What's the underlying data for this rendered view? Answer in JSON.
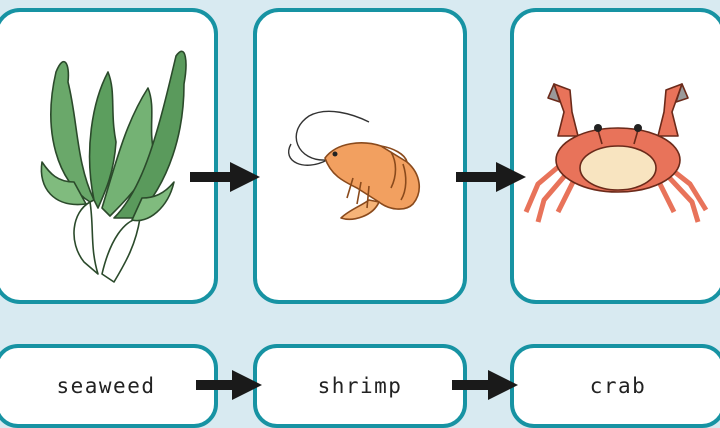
{
  "food_chain": {
    "organisms": [
      {
        "label": "seaweed",
        "picture": "seaweed-illustration"
      },
      {
        "label": "shrimp",
        "picture": "shrimp-illustration"
      },
      {
        "label": "crab",
        "picture": "crab-illustration"
      }
    ]
  },
  "colors": {
    "background": "#d8eaf1",
    "card_border": "#1793a3",
    "arrow": "#1a1a1a"
  }
}
